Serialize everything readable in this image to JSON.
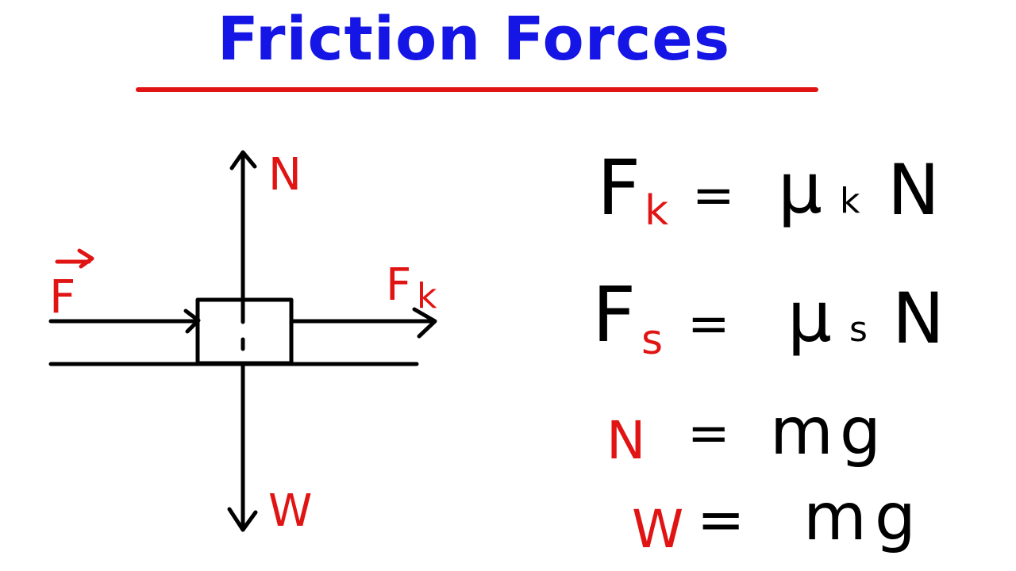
{
  "title": "Friction Forces",
  "colors": {
    "title": "#1515e6",
    "underline": "#e11414",
    "ink": "#000000",
    "accent": "#e11414"
  },
  "diagram": {
    "labels": {
      "normal": "N",
      "weight": "W",
      "applied": "F",
      "friction": "F",
      "friction_sub": "k"
    }
  },
  "equations": [
    {
      "lhs": "F",
      "lhs_sub": "k",
      "eq": "=",
      "rhs_mu": "μ",
      "rhs_sub": "k",
      "rhs_var": "N"
    },
    {
      "lhs": "F",
      "lhs_sub": "s",
      "eq": "=",
      "rhs_mu": "μ",
      "rhs_sub": "s",
      "rhs_var": "N"
    },
    {
      "lhs": "N",
      "eq": "=",
      "rhs": "mg"
    },
    {
      "lhs": "W",
      "eq": "=",
      "rhs": "mg"
    }
  ]
}
